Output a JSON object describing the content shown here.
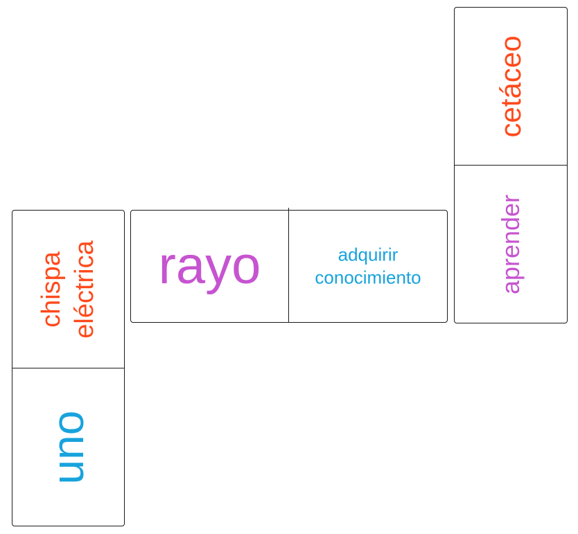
{
  "colors": {
    "orange_red": "#ff4a1c",
    "magenta": "#c654d0",
    "cyan_blue": "#17a3dd",
    "border": "#1a1a1a",
    "background": "#ffffff"
  },
  "tiles": [
    {
      "top_text_lines": [
        "chispa",
        "eléctrica"
      ],
      "bottom_text": "uno"
    },
    {
      "left_text": "rayo",
      "right_text_lines": [
        "adquirir",
        "conocimiento"
      ]
    },
    {
      "top_text": "cetáceo",
      "bottom_text": "aprender"
    }
  ]
}
